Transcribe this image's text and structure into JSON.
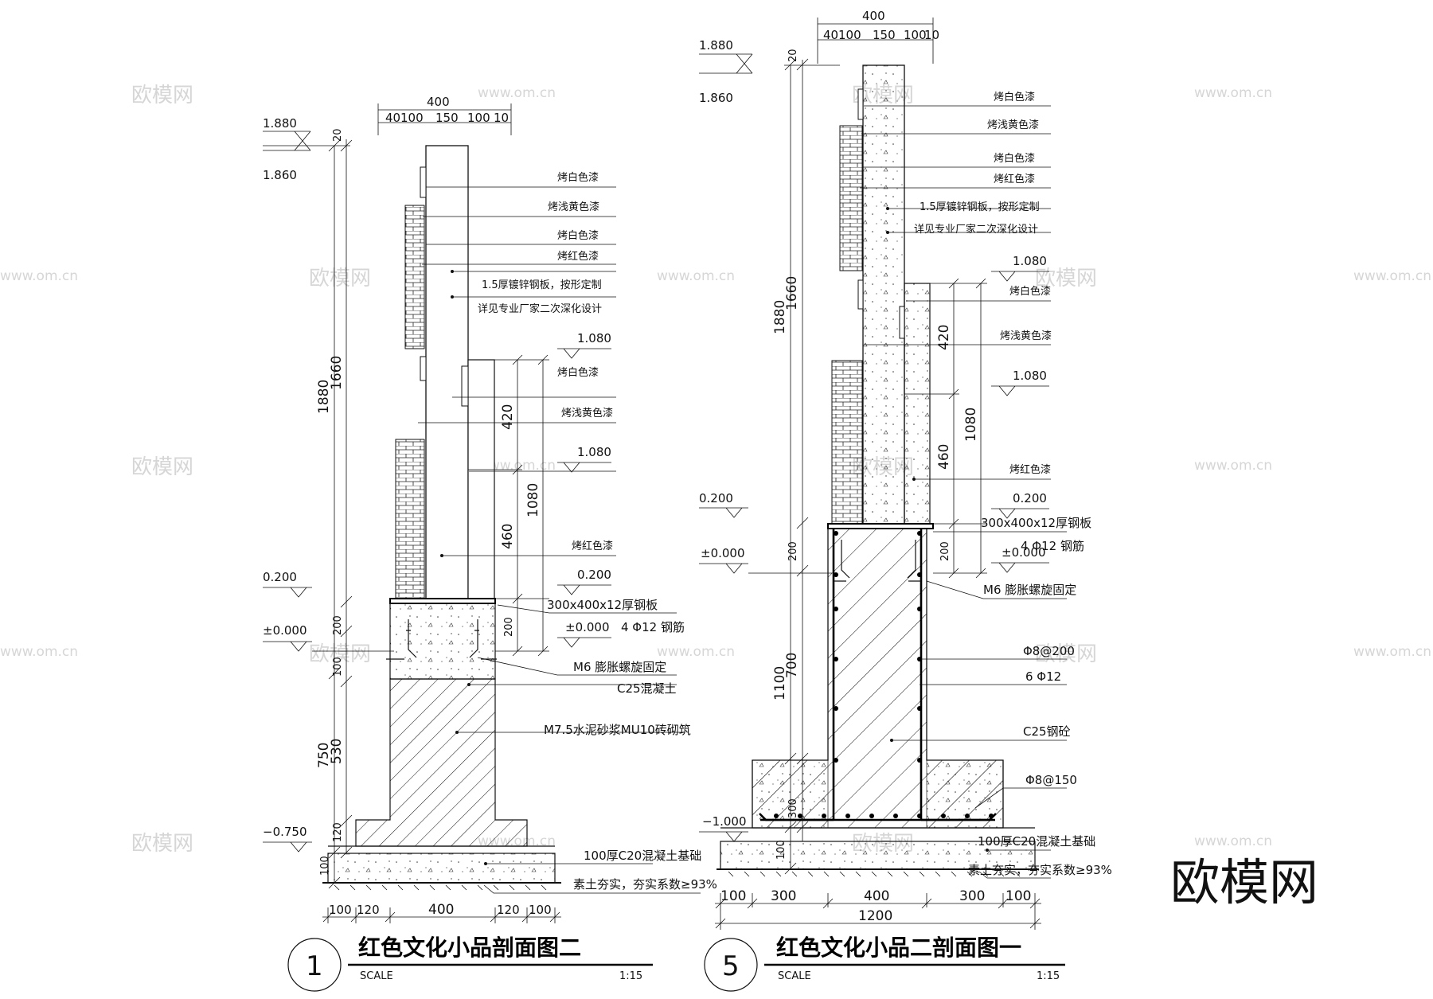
{
  "watermarks": {
    "logo": "欧模网",
    "url": "www.om.cn"
  },
  "brand_logo": "欧模网",
  "section1": {
    "number": "1",
    "title": "红色文化小品剖面图二",
    "scale_label": "SCALE",
    "scale_value": "1:15",
    "top_dims": {
      "total": "400",
      "parts": [
        "40",
        "100",
        "150",
        "100",
        "10"
      ]
    },
    "bottom_dims": [
      "100",
      "120",
      "400",
      "120",
      "100"
    ],
    "left_dims": {
      "outer": [
        "1880",
        "750",
        "100"
      ],
      "inner": [
        "20",
        "1660",
        "200",
        "100",
        "530",
        "120"
      ]
    },
    "right_dims": [
      "420",
      "1080",
      "460",
      "200"
    ],
    "elevations": [
      "1.880",
      "1.860",
      "1.080",
      "1.080",
      "0.200",
      "0.200",
      "±0.000",
      "±0.000",
      "−0.750"
    ],
    "labels": [
      "烤白色漆",
      "烤浅黄色漆",
      "烤白色漆",
      "烤红色漆",
      "1.5厚镀锌钢板，按形定制",
      "详见专业厂家二次深化设计",
      "烤白色漆",
      "烤浅黄色漆",
      "烤红色漆",
      "300x400x12厚钢板",
      "4 Φ12 钢筋",
      "M6 膨胀螺旋固定",
      "C25混凝土",
      "M7.5水泥砂浆MU10砖砌筑",
      "100厚C20混凝土基础",
      "素土夯实，夯实系数≥93%"
    ]
  },
  "section5": {
    "number": "5",
    "title": "红色文化小品二剖面图一",
    "scale_label": "SCALE",
    "scale_value": "1:15",
    "top_dims": {
      "total": "400",
      "parts": [
        "40",
        "100",
        "150",
        "100",
        "10"
      ]
    },
    "bottom_dims": {
      "parts": [
        "100",
        "300",
        "400",
        "300",
        "100"
      ],
      "total": "1200"
    },
    "left_dims": {
      "outer": [
        "1880",
        "1100",
        "100"
      ],
      "inner": [
        "20",
        "1660",
        "200",
        "700",
        "300"
      ]
    },
    "right_dims": [
      "420",
      "1080",
      "460",
      "200"
    ],
    "elevations": [
      "1.880",
      "1.860",
      "1.080",
      "1.080",
      "0.200",
      "0.200",
      "±0.000",
      "±0.000",
      "−1.000"
    ],
    "labels": [
      "烤白色漆",
      "烤浅黄色漆",
      "烤白色漆",
      "烤红色漆",
      "1.5厚镀锌钢板，按形定制",
      "详见专业厂家二次深化设计",
      "烤白色漆",
      "烤浅黄色漆",
      "烤红色漆",
      "300x400x12厚钢板",
      "4 Φ12 钢筋",
      "M6 膨胀螺旋固定",
      "Φ8@200",
      "6 Φ12",
      "C25钢砼",
      "Φ8@150",
      "100厚C20混凝土基础",
      "素土夯实，夯实系数≥93%"
    ]
  }
}
